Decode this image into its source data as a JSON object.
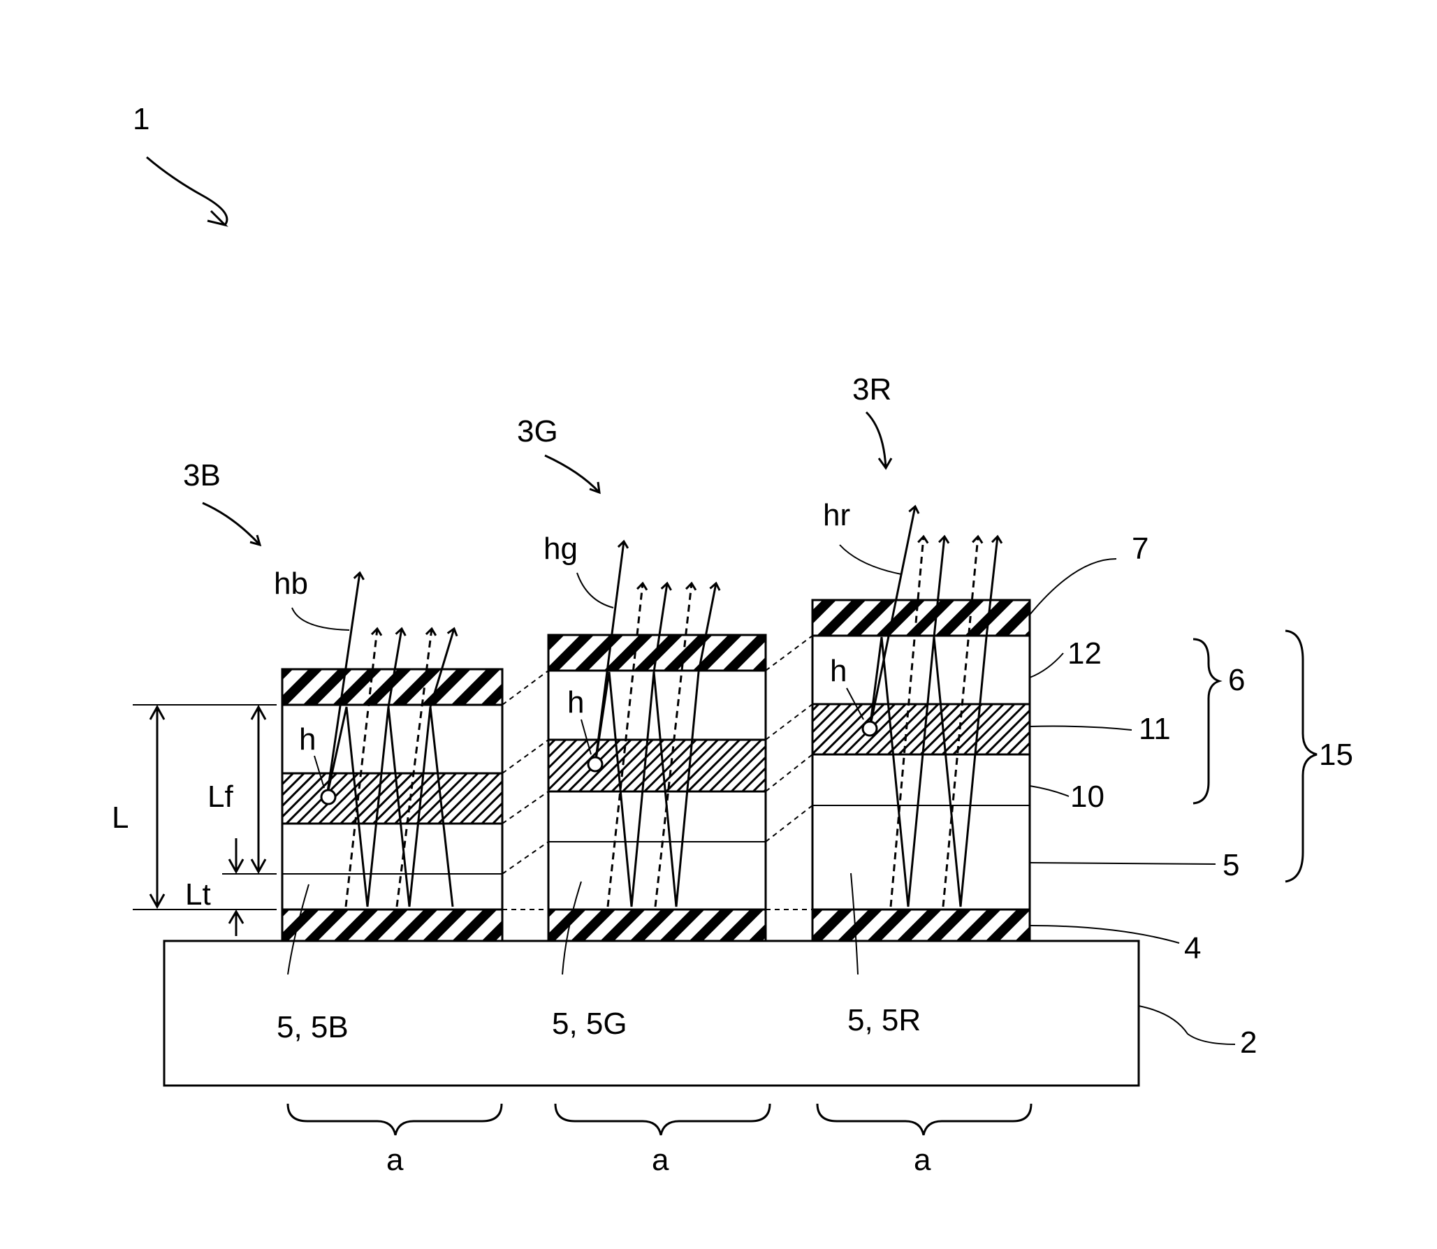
{
  "figure": {
    "device_ref": "1",
    "pixels": [
      {
        "id": "blue",
        "ref": "3B",
        "light": "hb",
        "layer5": "5, 5B",
        "hole": "h"
      },
      {
        "id": "green",
        "ref": "3G",
        "light": "hg",
        "layer5": "5, 5G",
        "hole": "h"
      },
      {
        "id": "red",
        "ref": "3R",
        "light": "hr",
        "layer5": "5, 5R",
        "hole": "h"
      }
    ],
    "pitch_label": "a",
    "layer_refs": {
      "top_electrode": "7",
      "layer12": "12",
      "layer11": "11",
      "layer10": "10",
      "layer5": "5",
      "bottom_electrode": "4",
      "substrate": "2"
    },
    "group_refs": {
      "organic_layer": "6",
      "stack": "15"
    },
    "dimension_labels": {
      "total": "L",
      "emission_to_top": "Lf",
      "transparent": "Lt"
    }
  }
}
